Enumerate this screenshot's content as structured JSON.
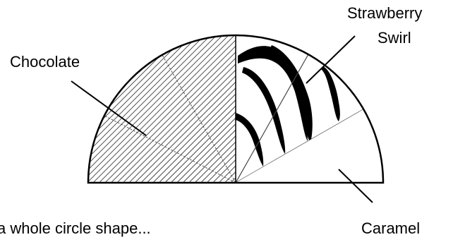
{
  "labels": {
    "chocolate": "Chocolate",
    "strawberry_line1": "Strawberry",
    "strawberry_line2": "Swirl",
    "caramel": "Caramel",
    "caption": "a whole circle shape..."
  },
  "colors": {
    "outline": "#000000",
    "hatch": "#000000",
    "background": "#ffffff",
    "dashed_divider": "#555555"
  },
  "sectors": [
    {
      "name": "Chocolate",
      "fill": "hatched"
    },
    {
      "name": "Strawberry Swirl",
      "fill": "swirl"
    },
    {
      "name": "Caramel",
      "fill": "plain"
    }
  ]
}
